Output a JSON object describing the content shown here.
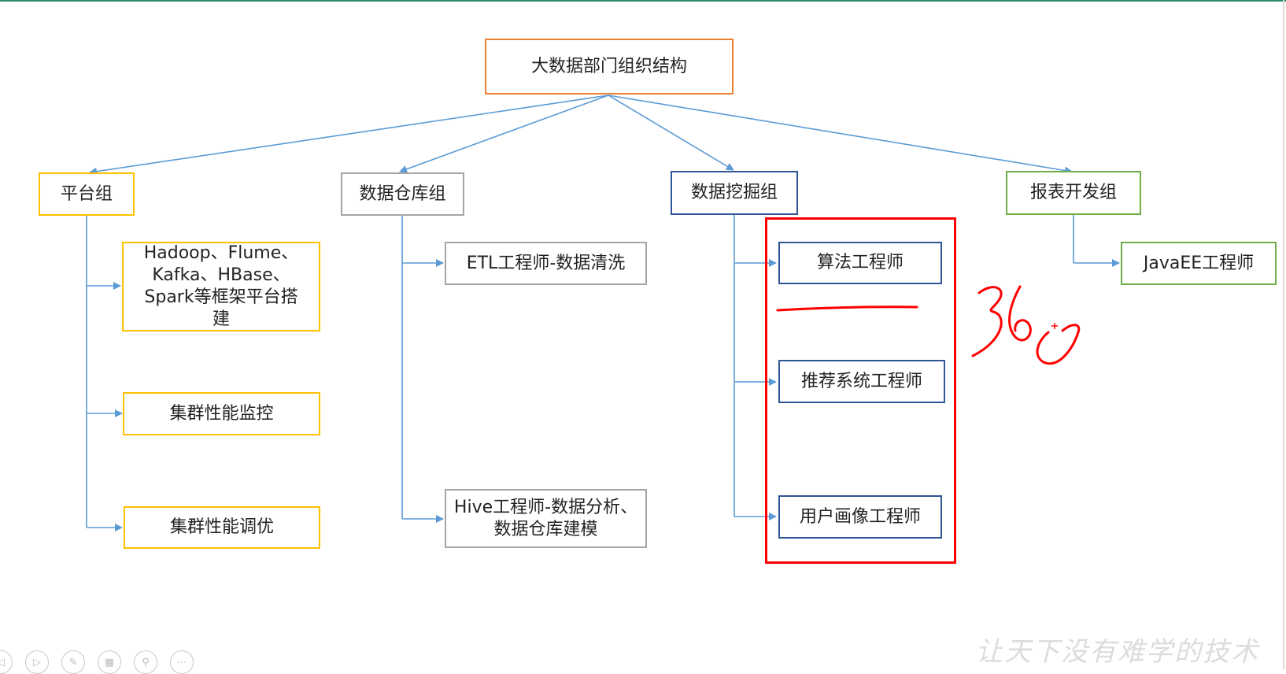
{
  "root": {
    "label": "大数据部门组织结构"
  },
  "groups": [
    {
      "label": "平台组",
      "children": [
        "Hadoop、Flume、\nKafka、HBase、\nSpark等框架平台搭\n建",
        "集群性能监控",
        "集群性能调优"
      ]
    },
    {
      "label": "数据仓库组",
      "children": [
        "ETL工程师-数据清洗",
        "Hive工程师-数据分析、\n数据仓库建模"
      ]
    },
    {
      "label": "数据挖掘组",
      "children": [
        "算法工程师",
        "推荐系统工程师",
        "用户画像工程师"
      ]
    },
    {
      "label": "报表开发组",
      "children": [
        "JavaEE工程师"
      ]
    }
  ],
  "watermark": "让天下没有难学的技术",
  "colors": {
    "root": "#ed7d31",
    "platform": "#ffc000",
    "warehouse": "#a5a5a5",
    "mining": "#2f5597",
    "report": "#70ad47",
    "connector": "#5b9bd5",
    "annotation": "#ff0000"
  },
  "player_controls": [
    "prev-icon",
    "play-icon",
    "pen-icon",
    "grid-icon",
    "zoom-icon",
    "more-icon"
  ]
}
